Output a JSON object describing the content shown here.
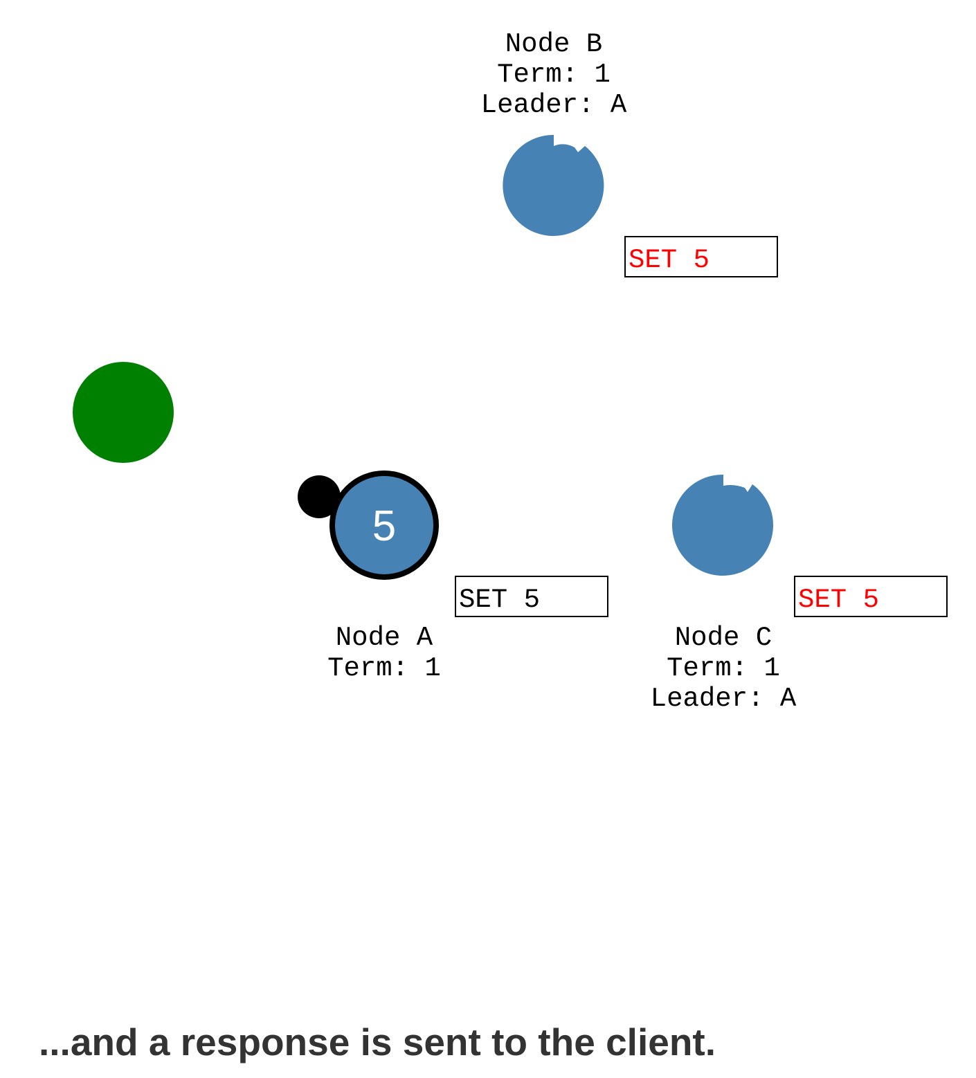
{
  "caption": "...and a response is sent to the client.",
  "colors": {
    "node_fill": "#4682b4",
    "client_fill": "#008000",
    "uncommitted_text": "#ff0000",
    "committed_text": "#000000",
    "leader_stroke": "#000000"
  },
  "client": {
    "label": "",
    "icon": "client-circle"
  },
  "nodes": {
    "a": {
      "name": "Node A",
      "term": "Term: 1",
      "leader": "",
      "value": "5",
      "log_entry": "SET 5",
      "log_committed": true,
      "role": "leader"
    },
    "b": {
      "name": "Node B",
      "term": "Term: 1",
      "leader": "Leader: A",
      "value": "",
      "log_entry": "SET 5",
      "log_committed": false,
      "role": "follower"
    },
    "c": {
      "name": "Node C",
      "term": "Term: 1",
      "leader": "Leader: A",
      "value": "",
      "log_entry": "SET 5",
      "log_committed": false,
      "role": "follower"
    }
  },
  "message": {
    "type": "response",
    "from": "Node A",
    "to": "client"
  }
}
